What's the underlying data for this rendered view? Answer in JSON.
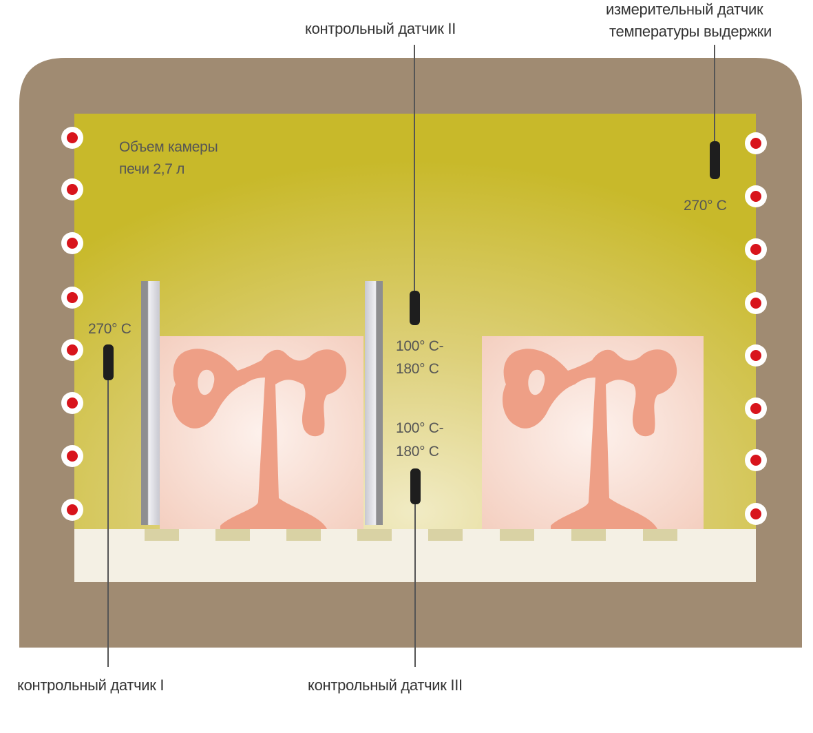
{
  "labels": {
    "sensor_2": "контрольный датчик II",
    "measuring_sensor_line1": "измерительный датчик",
    "measuring_sensor_line2": "температуры выдержки",
    "sensor_1": "контрольный датчик I",
    "sensor_3": "контрольный датчик III",
    "chamber_volume_line1": "Объем камеры",
    "chamber_volume_line2": "печи 2,7 л",
    "temp_right": "270° C",
    "temp_left": "270° C",
    "temp_mid_top_line1": "100° C-",
    "temp_mid_top_line2": "180° C",
    "temp_mid_bottom_line1": "100° C-",
    "temp_mid_bottom_line2": "180° C"
  },
  "colors": {
    "casing": "#a08b72",
    "chamber": "#cbbd2c",
    "heater": "#d8141c",
    "mold": "#f6d7cc",
    "casting": "#ee9f86"
  }
}
